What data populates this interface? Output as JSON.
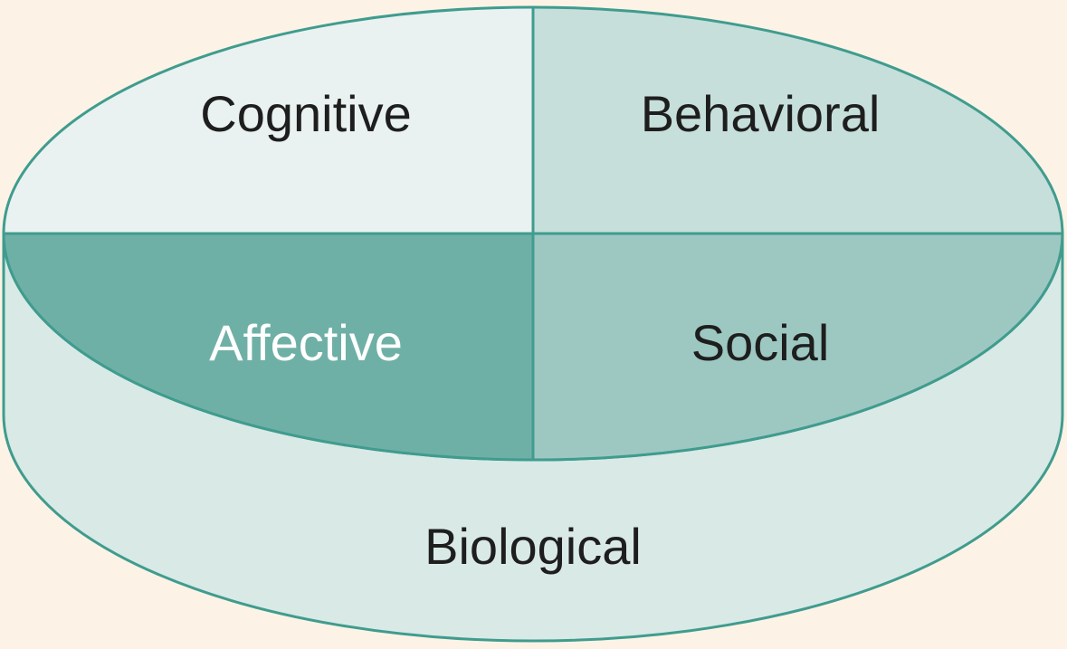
{
  "diagram": {
    "segments": {
      "cognitive": {
        "label": "Cognitive",
        "fill": "#e9f2f0",
        "text_color": "#1e1e1e"
      },
      "behavioral": {
        "label": "Behavioral",
        "fill": "#c6dfda",
        "text_color": "#1e1e1e"
      },
      "affective": {
        "label": "Affective",
        "fill": "#6fb0a6",
        "text_color": "#ffffff"
      },
      "social": {
        "label": "Social",
        "fill": "#9dc8c1",
        "text_color": "#1e1e1e"
      }
    },
    "base": {
      "label": "Biological",
      "fill": "#d9e9e6",
      "text_color": "#1e1e1e"
    },
    "outline_color": "#3f9c8e",
    "background_color": "#fcf3e6"
  }
}
